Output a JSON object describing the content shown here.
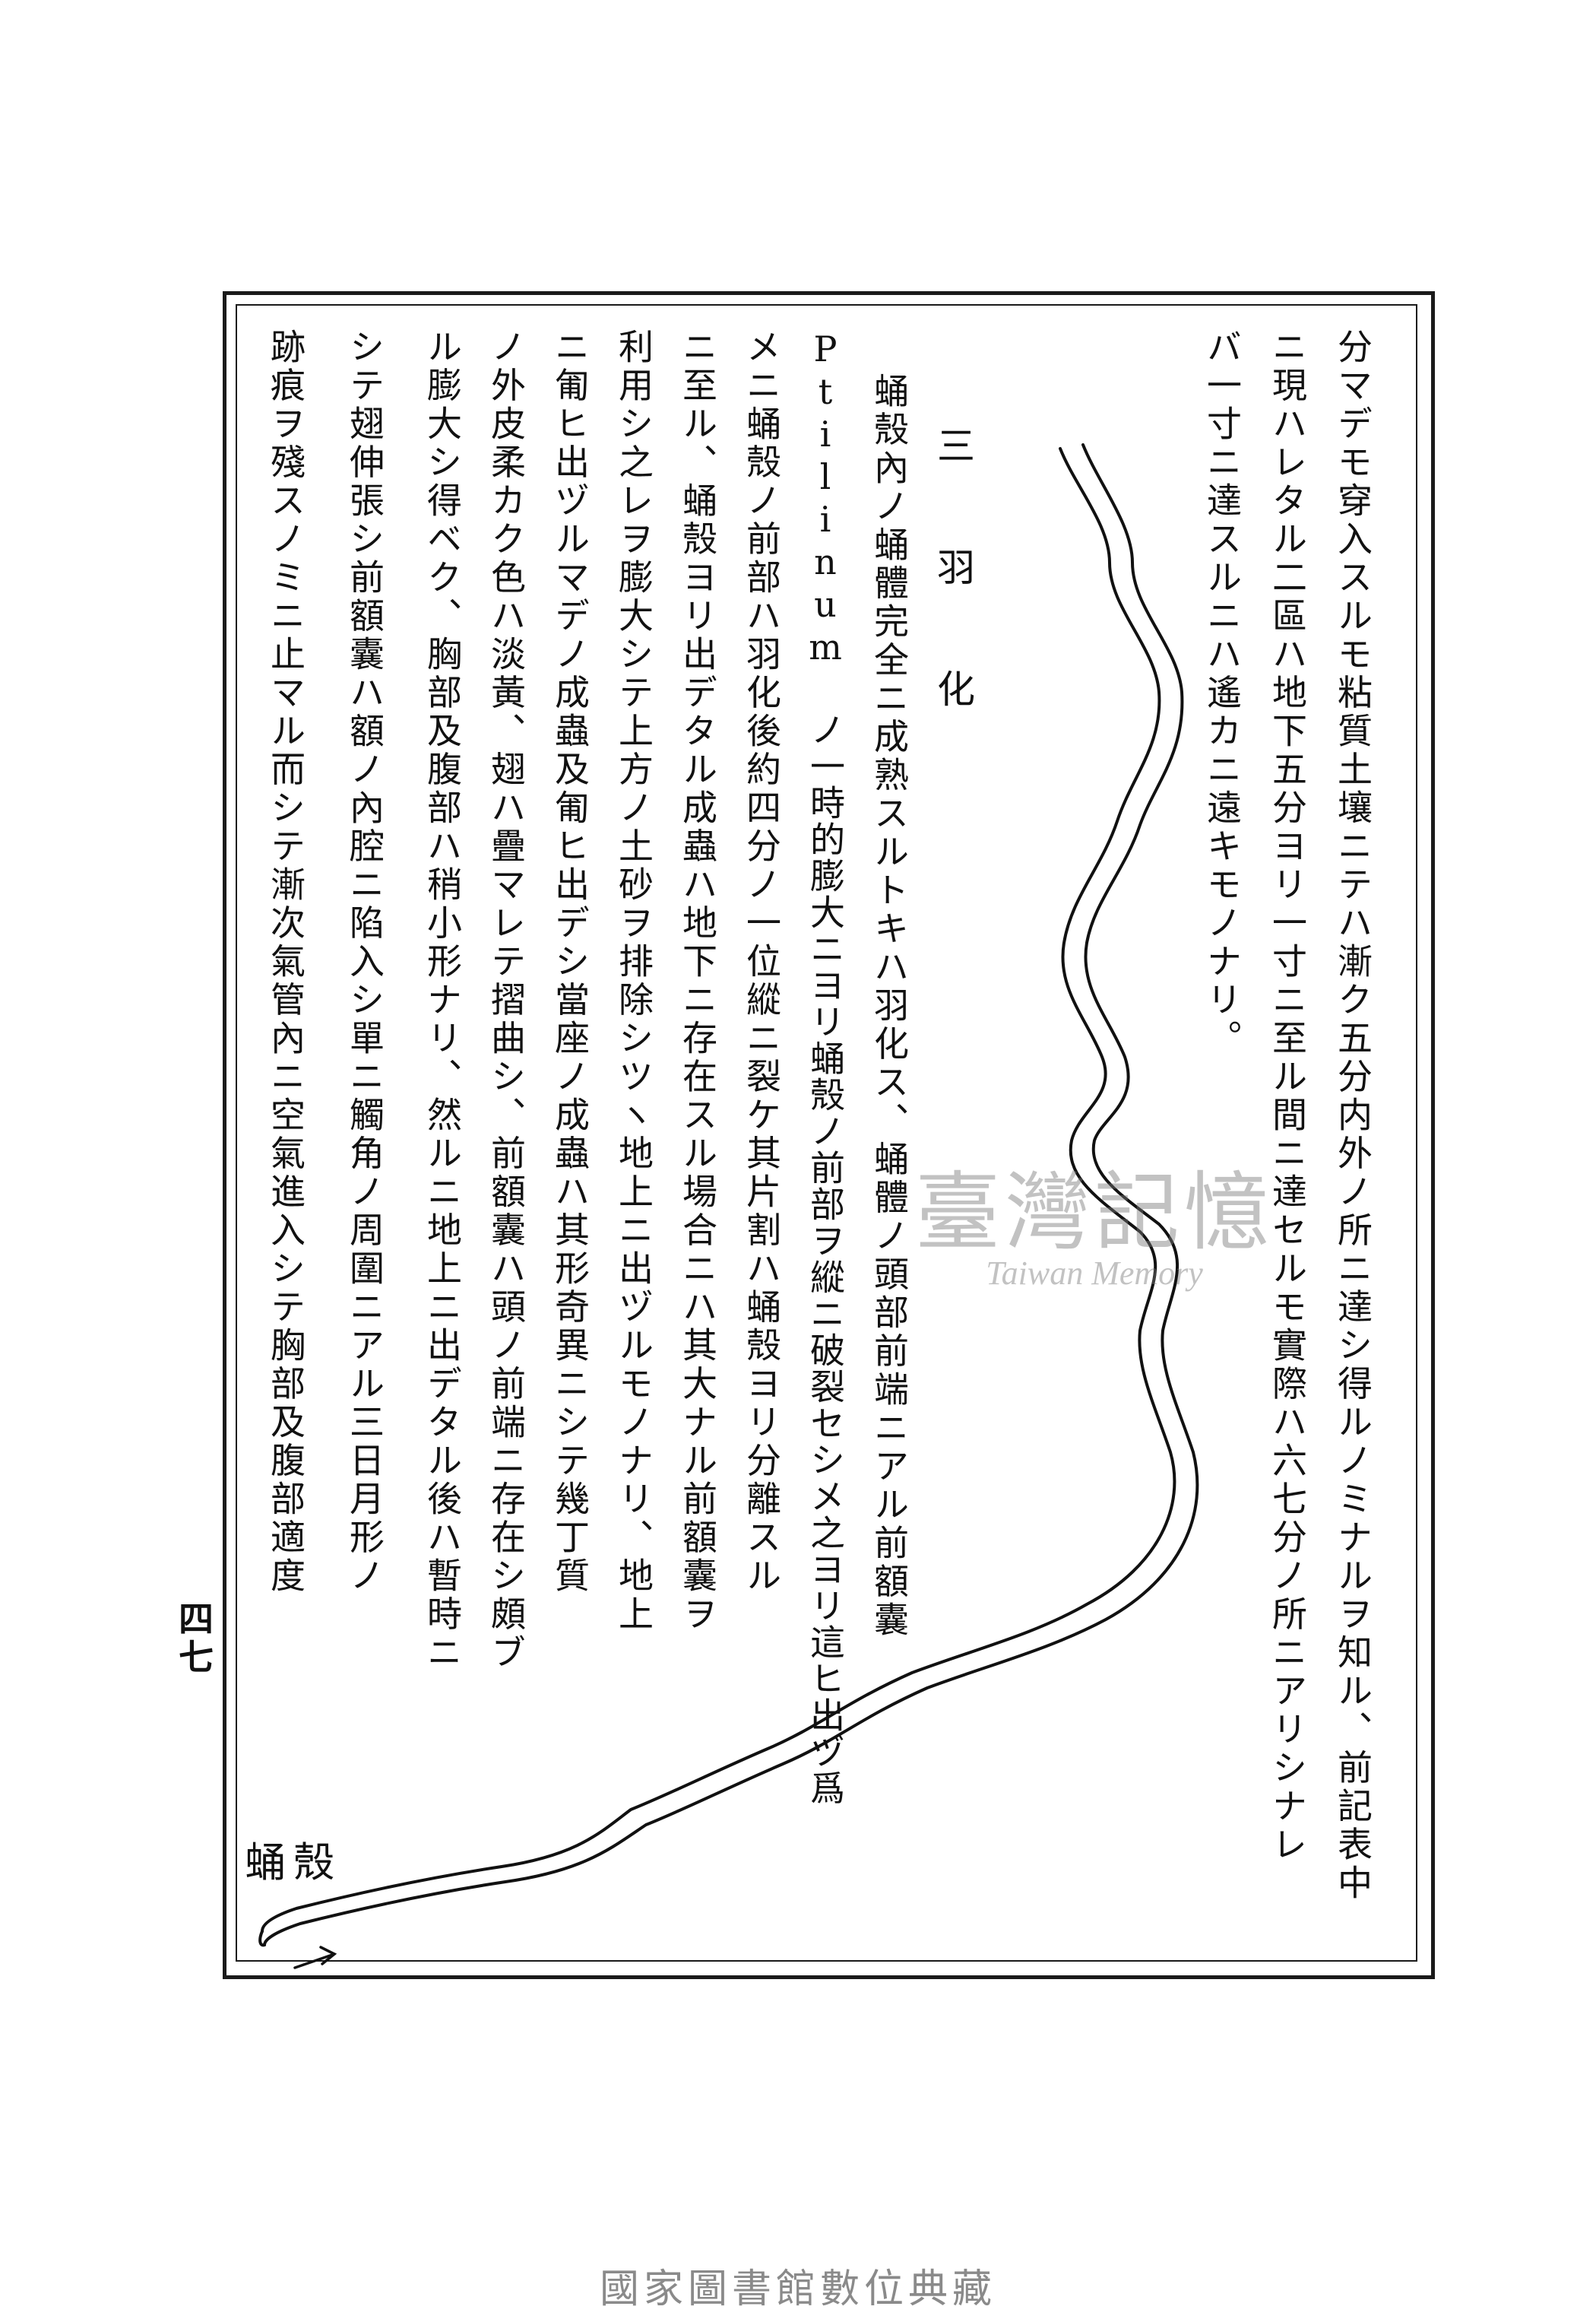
{
  "page": {
    "page_number": "四七",
    "section_heading": "三　羽　化",
    "intro_columns": [
      "分マデモ穿入スルモ粘質土壤ニテハ漸ク五分内外ノ所ニ達シ得ルノミナルヲ知ル、前記表中",
      "ニ現ハレタル二區ハ地下五分ヨリ一寸ニ至ル間ニ達セルモ實際ハ六七分ノ所ニアリシナレ",
      "バ一寸ニ達スルニハ遙カニ遠キモノナリ。"
    ],
    "body_columns": [
      "蛹殼內ノ蛹體完全ニ成熟スルトキハ羽化ス、蛹體ノ頭部前端ニアル前額囊",
      "Ptilinum ノ一時的膨大ニヨリ蛹殼ノ前部ヲ縱ニ破裂セシメ之ヨリ這ヒ出ヅ爲",
      "メニ蛹殼ノ前部ハ羽化後約四分ノ一位縱ニ裂ケ其片割ハ蛹殼ヨリ分離スル",
      "ニ至ル、蛹殼ヨリ出デタル成蟲ハ地下ニ存在スル場合ニハ其大ナル前額囊ヲ",
      "利用シ之レヲ膨大シテ上方ノ土砂ヲ排除シツヽ地上ニ出ヅルモノナリ、地上",
      "ニ匍ヒ出ヅルマデノ成蟲及匍ヒ出デシ當座ノ成蟲ハ其形奇異ニシテ幾丁質",
      "ノ外皮柔カク色ハ淡黃、翅ハ疊マレテ摺曲シ、前額囊ハ頭ノ前端ニ存在シ頗ブ",
      "ル膨大シ得ベク、胸部及腹部ハ稍小形ナリ、然ルニ地上ニ出デタル後ハ暫時ニ",
      "シテ翅伸張シ前額囊ハ額ノ內腔ニ陷入シ單ニ觸角ノ周圍ニアル三日月形ノ",
      "跡痕ヲ殘スノミニ止マル而シテ漸次氣管內ニ空氣進入シテ胸部及腹部適度"
    ],
    "figure_label": "蛹殼"
  },
  "watermark": {
    "main": "臺灣記憶",
    "sub": "Taiwan Memory"
  },
  "footer": {
    "text": "國家圖書館數位典藏"
  }
}
